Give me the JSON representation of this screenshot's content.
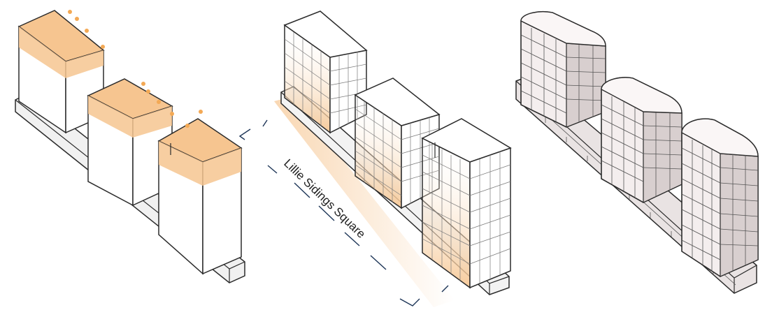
{
  "diagram": {
    "street_label": "Lillie Sidings Square",
    "colors": {
      "accent_orange": "#f6c590",
      "accent_orange_light": "#fbe2c4",
      "outline": "#2b2b2b",
      "slab_fill": "#f1f1f1",
      "dash_blue": "#1d3557",
      "stage3_fill": "#f4eeee",
      "stage3_shade": "#d8cfcf"
    },
    "panels": [
      {
        "id": "massing",
        "buildings": 3
      },
      {
        "id": "facade-grid",
        "buildings": 3
      },
      {
        "id": "final-render",
        "buildings": 3
      }
    ]
  }
}
